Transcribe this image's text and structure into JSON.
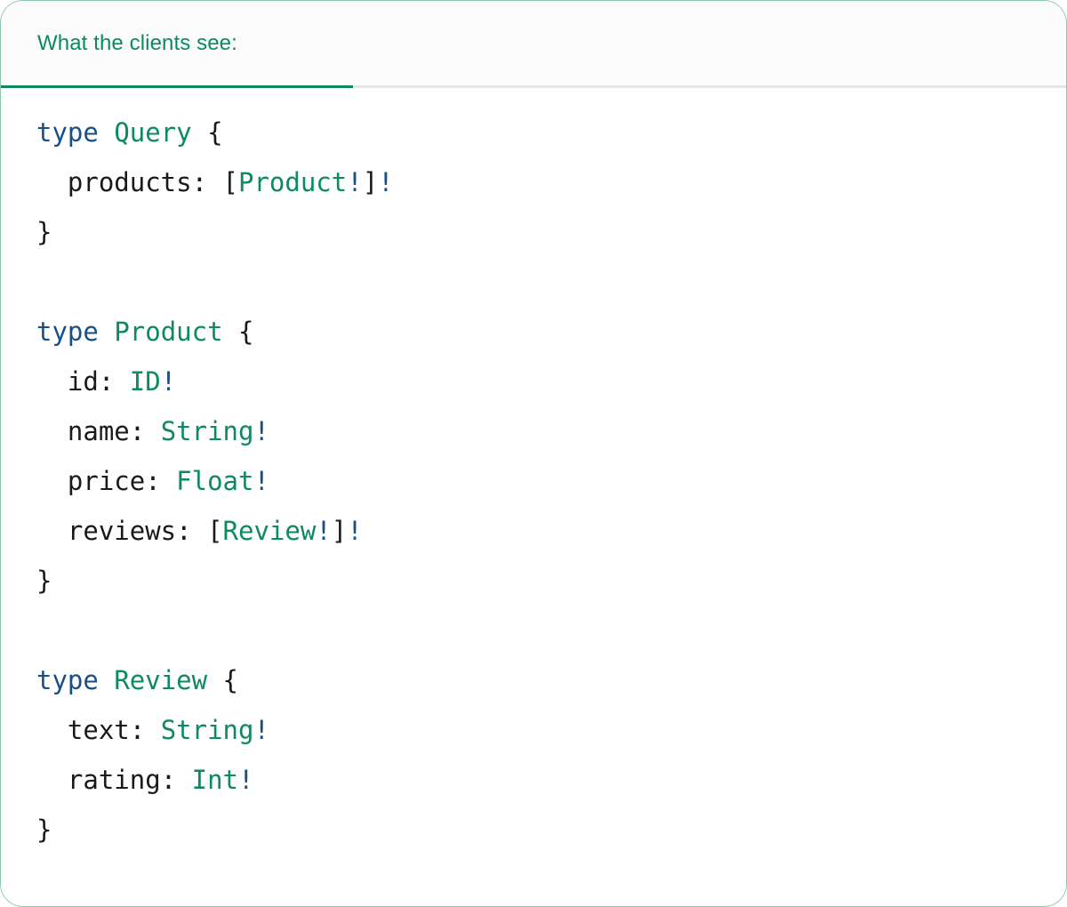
{
  "card": {
    "border_color": "#8cc9a8"
  },
  "header": {
    "tab_label": "What the clients see:",
    "accent_color": "#0d8a60",
    "background": "#fbfbfb",
    "divider_color": "#e6e6e6"
  },
  "code": {
    "language": "graphql",
    "colors": {
      "keyword": "#1a4f85",
      "type": "#0d8a60",
      "field": "#1a1a1a",
      "punctuation": "#1a1a1a",
      "non_null": "#1a4f85"
    },
    "text": "type Query {\n  products: [Product!]!\n}\n\ntype Product {\n  id: ID!\n  name: String!\n  price: Float!\n  reviews: [Review!]!\n}\n\ntype Review {\n  text: String!\n  rating: Int!\n}",
    "lines": [
      {
        "indent": 0,
        "tokens": [
          {
            "t": "type",
            "c": "kw"
          },
          {
            "t": " ",
            "c": "punc"
          },
          {
            "t": "Query",
            "c": "type"
          },
          {
            "t": " ",
            "c": "punc"
          },
          {
            "t": "{",
            "c": "punc"
          }
        ]
      },
      {
        "indent": 2,
        "tokens": [
          {
            "t": "products",
            "c": "name"
          },
          {
            "t": ": ",
            "c": "punc"
          },
          {
            "t": "[",
            "c": "punc"
          },
          {
            "t": "Product",
            "c": "type"
          },
          {
            "t": "!",
            "c": "bang"
          },
          {
            "t": "]",
            "c": "punc"
          },
          {
            "t": "!",
            "c": "bang"
          }
        ]
      },
      {
        "indent": 0,
        "tokens": [
          {
            "t": "}",
            "c": "punc"
          }
        ]
      },
      {
        "blank": true
      },
      {
        "indent": 0,
        "tokens": [
          {
            "t": "type",
            "c": "kw"
          },
          {
            "t": " ",
            "c": "punc"
          },
          {
            "t": "Product",
            "c": "type"
          },
          {
            "t": " ",
            "c": "punc"
          },
          {
            "t": "{",
            "c": "punc"
          }
        ]
      },
      {
        "indent": 2,
        "tokens": [
          {
            "t": "id",
            "c": "name"
          },
          {
            "t": ": ",
            "c": "punc"
          },
          {
            "t": "ID",
            "c": "type"
          },
          {
            "t": "!",
            "c": "bang"
          }
        ]
      },
      {
        "indent": 2,
        "tokens": [
          {
            "t": "name",
            "c": "name"
          },
          {
            "t": ": ",
            "c": "punc"
          },
          {
            "t": "String",
            "c": "type"
          },
          {
            "t": "!",
            "c": "bang"
          }
        ]
      },
      {
        "indent": 2,
        "tokens": [
          {
            "t": "price",
            "c": "name"
          },
          {
            "t": ": ",
            "c": "punc"
          },
          {
            "t": "Float",
            "c": "type"
          },
          {
            "t": "!",
            "c": "bang"
          }
        ]
      },
      {
        "indent": 2,
        "tokens": [
          {
            "t": "reviews",
            "c": "name"
          },
          {
            "t": ": ",
            "c": "punc"
          },
          {
            "t": "[",
            "c": "punc"
          },
          {
            "t": "Review",
            "c": "type"
          },
          {
            "t": "!",
            "c": "bang"
          },
          {
            "t": "]",
            "c": "punc"
          },
          {
            "t": "!",
            "c": "bang"
          }
        ]
      },
      {
        "indent": 0,
        "tokens": [
          {
            "t": "}",
            "c": "punc"
          }
        ]
      },
      {
        "blank": true
      },
      {
        "indent": 0,
        "tokens": [
          {
            "t": "type",
            "c": "kw"
          },
          {
            "t": " ",
            "c": "punc"
          },
          {
            "t": "Review",
            "c": "type"
          },
          {
            "t": " ",
            "c": "punc"
          },
          {
            "t": "{",
            "c": "punc"
          }
        ]
      },
      {
        "indent": 2,
        "tokens": [
          {
            "t": "text",
            "c": "name"
          },
          {
            "t": ": ",
            "c": "punc"
          },
          {
            "t": "String",
            "c": "type"
          },
          {
            "t": "!",
            "c": "bang"
          }
        ]
      },
      {
        "indent": 2,
        "tokens": [
          {
            "t": "rating",
            "c": "name"
          },
          {
            "t": ": ",
            "c": "punc"
          },
          {
            "t": "Int",
            "c": "type"
          },
          {
            "t": "!",
            "c": "bang"
          }
        ]
      },
      {
        "indent": 0,
        "tokens": [
          {
            "t": "}",
            "c": "punc"
          }
        ]
      }
    ]
  }
}
